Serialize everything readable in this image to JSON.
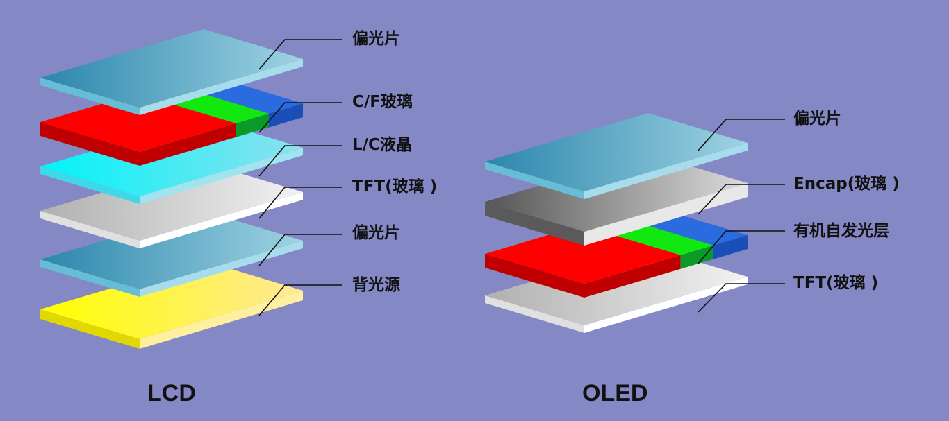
{
  "lcd": {
    "title": "LCD",
    "layers": [
      {
        "label": "偏光片",
        "colors": {
          "top_from": "#2b86ac",
          "top_to": "#9fd3e3",
          "left": "#67bdd6",
          "right": "#a7dcec"
        }
      },
      {
        "label": "C/F玻璃",
        "colors": {
          "red": "#ff0000",
          "red_side": "#c00000",
          "green": "#10e810",
          "green_side": "#0a9a2a",
          "blue": "#2b6be0",
          "blue_side": "#1b4fb8"
        }
      },
      {
        "label": "L/C液晶",
        "colors": {
          "top_from": "#00f4f8",
          "top_to": "#8ee0ee",
          "left": "#40d8e8",
          "right": "#a0e4f0"
        }
      },
      {
        "label": "TFT(玻璃 )",
        "colors": {
          "top_from": "#b0b0b0",
          "top_to": "#f2f2f2",
          "left": "#e0e0e0",
          "right": "#ffffff"
        }
      },
      {
        "label": "偏光片",
        "colors": {
          "top_from": "#2b86ac",
          "top_to": "#9fd3e3",
          "left": "#67bdd6",
          "right": "#a7dcec"
        }
      },
      {
        "label": "背光源",
        "colors": {
          "top_from": "#ffff00",
          "top_to": "#ffe898",
          "left": "#e0d800",
          "right": "#fff0a0"
        }
      }
    ]
  },
  "oled": {
    "title": "OLED",
    "layers": [
      {
        "label": "偏光片",
        "colors": {
          "top_from": "#2b86ac",
          "top_to": "#9fd3e3",
          "left": "#67bdd6",
          "right": "#a7dcec"
        }
      },
      {
        "label": "Encap(玻璃 )",
        "colors": {
          "top_from": "#555555",
          "top_to": "#dcdcdc",
          "left": "#5a5a5a",
          "right": "#e8e8e8"
        }
      },
      {
        "label": "有机自发光层",
        "colors": {
          "red": "#ff0000",
          "red_side": "#c00000",
          "green": "#10e810",
          "green_side": "#0a9a2a",
          "blue": "#2b6be0",
          "blue_side": "#1b4fb8"
        }
      },
      {
        "label": "TFT(玻璃 )",
        "colors": {
          "top_from": "#b0b0b0",
          "top_to": "#f2f2f2",
          "left": "#e0e0e0",
          "right": "#ffffff"
        }
      }
    ]
  },
  "colors": {
    "background": "#8488c4",
    "leader_line": "#111111"
  }
}
